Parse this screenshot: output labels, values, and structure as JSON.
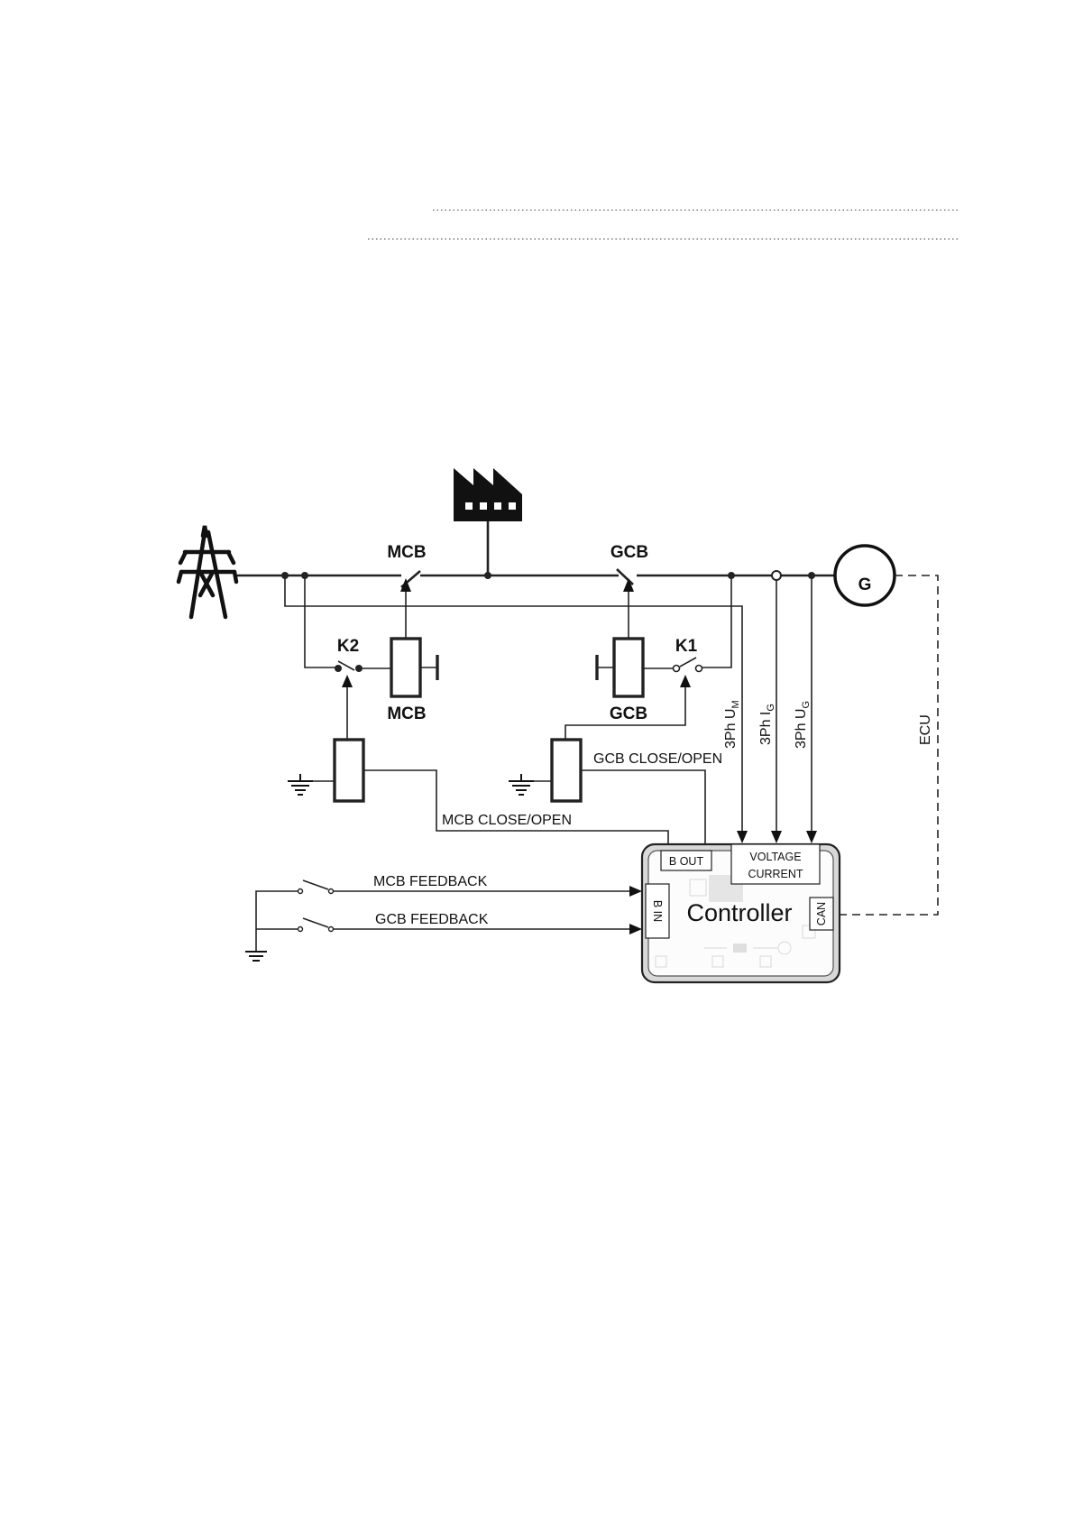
{
  "icons": {
    "pylon": "transmission-tower-icon",
    "load": "factory-icon",
    "generator": "generator-icon",
    "ground": "ground-icon"
  },
  "labels": {
    "mcb_top": "MCB",
    "gcb_top": "GCB",
    "k2": "K2",
    "k1": "K1",
    "mcb_coil": "MCB",
    "gcb_coil": "GCB",
    "generator_letter": "G",
    "mcb_close_open": "MCB CLOSE/OPEN",
    "gcb_close_open": "GCB CLOSE/OPEN",
    "mcb_feedback": "MCB FEEDBACK",
    "gcb_feedback": "GCB FEEDBACK",
    "ph_um_main": "3Ph U",
    "ph_um_sub": "M",
    "ph_ig_main": "3Ph I",
    "ph_ig_sub": "G",
    "ph_ug_main": "3Ph U",
    "ph_ug_sub": "G",
    "ecu": "ECU"
  },
  "controller": {
    "title": "Controller",
    "b_out": "B OUT",
    "b_in": "B IN",
    "voltage": "VOLTAGE",
    "current": "CURRENT",
    "can": "CAN"
  }
}
